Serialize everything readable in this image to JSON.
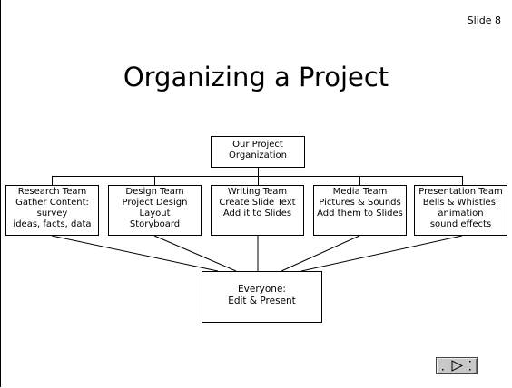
{
  "slide": {
    "number_label": "Slide 8",
    "title": "Organizing a Project"
  },
  "root": {
    "lines": [
      "Our Project",
      "Organization"
    ]
  },
  "teams": [
    {
      "key": "research",
      "lines": [
        "Research Team",
        "Gather Content:",
        "survey",
        "ideas, facts, data"
      ]
    },
    {
      "key": "design",
      "lines": [
        "Design Team",
        "Project Design",
        "Layout",
        "Storyboard"
      ]
    },
    {
      "key": "writing",
      "lines": [
        "Writing Team",
        "Create Slide Text",
        "Add it to Slides"
      ]
    },
    {
      "key": "media",
      "lines": [
        "Media Team",
        "Pictures & Sounds",
        "Add them to Slides"
      ]
    },
    {
      "key": "presentation",
      "lines": [
        "Presentation Team",
        "Bells & Whistles:",
        "animation",
        "sound effects"
      ]
    }
  ],
  "everyone": {
    "lines": [
      "Everyone:",
      "Edit & Present"
    ]
  },
  "nav": {
    "icon": "play-next-icon"
  }
}
